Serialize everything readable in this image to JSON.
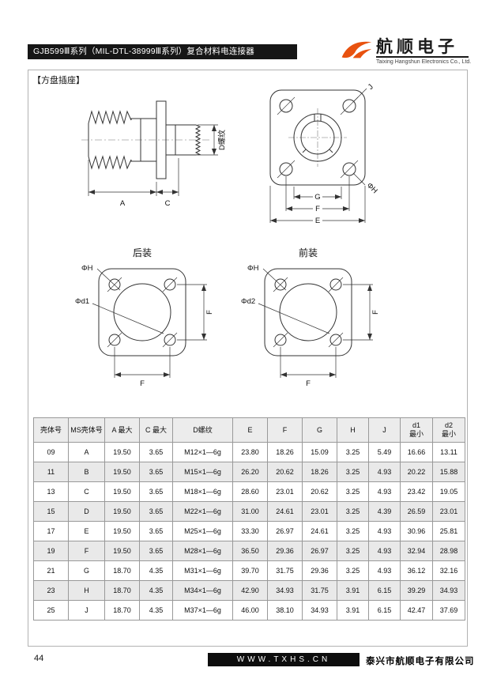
{
  "header": {
    "title": "GJB599Ⅲ系列（MIL-DTL-38999Ⅲ系列）复合材料电连接器",
    "brand": {
      "name": "航顺电子",
      "subtitle": "Taixing Hangshun Electronics Co., Ltd.",
      "accent_color": "#e8520f"
    }
  },
  "section_label": "【方盘插座】",
  "drawings": {
    "side_view": {
      "dim_a": "A",
      "dim_c": "C",
      "thread_label": "D螺纹"
    },
    "flange_view": {
      "dim_j": "J",
      "hole_label": "ΦH",
      "dim_g": "G",
      "dim_f": "F",
      "dim_e": "E"
    },
    "rear_mount": {
      "title": "后装",
      "hole_label": "ΦH",
      "cutout_label": "Φd1",
      "dim_f_side": "F",
      "dim_f_bottom": "F"
    },
    "front_mount": {
      "title": "前装",
      "hole_label": "ΦH",
      "cutout_label": "Φd2",
      "dim_f_side": "F",
      "dim_f_bottom": "F"
    }
  },
  "table": {
    "headers": [
      "壳体号",
      "MS壳体号",
      "A 最大",
      "C 最大",
      "D螺纹",
      "E",
      "F",
      "G",
      "H",
      "J",
      "d1\n最小",
      "d2\n最小"
    ],
    "rows": [
      [
        "09",
        "A",
        "19.50",
        "3.65",
        "M12×1—6g",
        "23.80",
        "18.26",
        "15.09",
        "3.25",
        "5.49",
        "16.66",
        "13.11"
      ],
      [
        "11",
        "B",
        "19.50",
        "3.65",
        "M15×1—6g",
        "26.20",
        "20.62",
        "18.26",
        "3.25",
        "4.93",
        "20.22",
        "15.88"
      ],
      [
        "13",
        "C",
        "19.50",
        "3.65",
        "M18×1—6g",
        "28.60",
        "23.01",
        "20.62",
        "3.25",
        "4.93",
        "23.42",
        "19.05"
      ],
      [
        "15",
        "D",
        "19.50",
        "3.65",
        "M22×1—6g",
        "31.00",
        "24.61",
        "23.01",
        "3.25",
        "4.39",
        "26.59",
        "23.01"
      ],
      [
        "17",
        "E",
        "19.50",
        "3.65",
        "M25×1—6g",
        "33.30",
        "26.97",
        "24.61",
        "3.25",
        "4.93",
        "30.96",
        "25.81"
      ],
      [
        "19",
        "F",
        "19.50",
        "3.65",
        "M28×1—6g",
        "36.50",
        "29.36",
        "26.97",
        "3.25",
        "4.93",
        "32.94",
        "28.98"
      ],
      [
        "21",
        "G",
        "18.70",
        "4.35",
        "M31×1—6g",
        "39.70",
        "31.75",
        "29.36",
        "3.25",
        "4.93",
        "36.12",
        "32.16"
      ],
      [
        "23",
        "H",
        "18.70",
        "4.35",
        "M34×1—6g",
        "42.90",
        "34.93",
        "31.75",
        "3.91",
        "6.15",
        "39.29",
        "34.93"
      ],
      [
        "25",
        "J",
        "18.70",
        "4.35",
        "M37×1—6g",
        "46.00",
        "38.10",
        "34.93",
        "3.91",
        "6.15",
        "42.47",
        "37.69"
      ]
    ]
  },
  "footer": {
    "page_number": "44",
    "website": "WWW.TXHS.CN",
    "company": "泰兴市航顺电子有限公司"
  }
}
